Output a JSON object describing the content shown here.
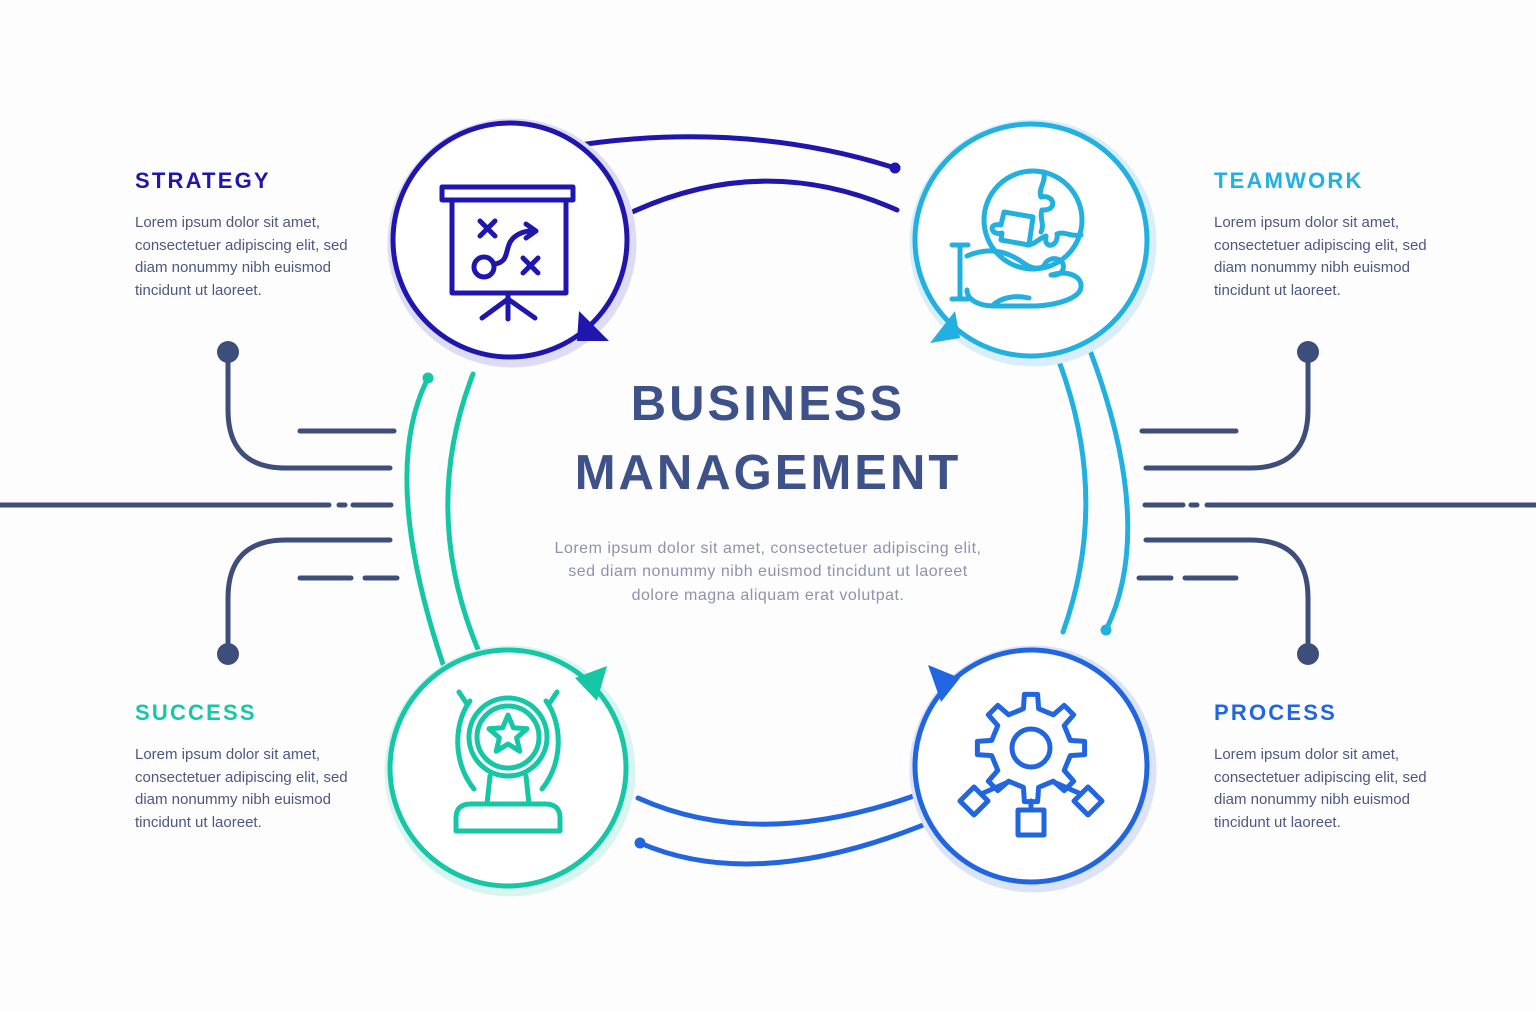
{
  "title": {
    "text": "BUSINESS\nMANAGEMENT",
    "subtitle": "Lorem ipsum dolor sit amet, consectetuer adipiscing elit,\nsed diam nonummy nibh euismod tincidunt ut laoreet\ndolore magna aliquam erat volutpat."
  },
  "sections": [
    {
      "id": "strategy",
      "label": "STRATEGY",
      "body": "Lorem ipsum dolor sit amet,\nconsectetuer adipiscing elit, sed\ndiam nonummy nibh euismod\ntincidunt ut laoreet.",
      "icon": "strategy-board-icon"
    },
    {
      "id": "teamwork",
      "label": "TEAMWORK",
      "body": "Lorem ipsum dolor sit amet,\nconsectetuer adipiscing elit, sed\ndiam nonummy nibh euismod\ntincidunt ut laoreet.",
      "icon": "hand-puzzle-globe-icon"
    },
    {
      "id": "success",
      "label": "SUCCESS",
      "body": "Lorem ipsum dolor sit amet,\nconsectetuer adipiscing elit, sed\ndiam nonummy nibh euismod\ntincidunt ut laoreet.",
      "icon": "trophy-star-icon"
    },
    {
      "id": "process",
      "label": "PROCESS",
      "body": "Lorem ipsum dolor sit amet,\nconsectetuer adipiscing elit, sed\ndiam nonummy nibh euismod\ntincidunt ut laoreet.",
      "icon": "gear-network-icon"
    }
  ],
  "colors": {
    "bg": "#fdfdfe",
    "strategy": "#1f17ad",
    "teamwork": "#22b0e0",
    "success": "#16c7a6",
    "process": "#2166e0",
    "strategy-glow": "#dedcf2",
    "teamwork-glow": "#d8eef8",
    "success-glow": "#d9f5ef",
    "process-glow": "#dbe4f7",
    "circuit": "#3d4e7a",
    "title-color": "#3e5289",
    "subtitle-color": "#8d93ab",
    "body-color": "#4b5880"
  }
}
